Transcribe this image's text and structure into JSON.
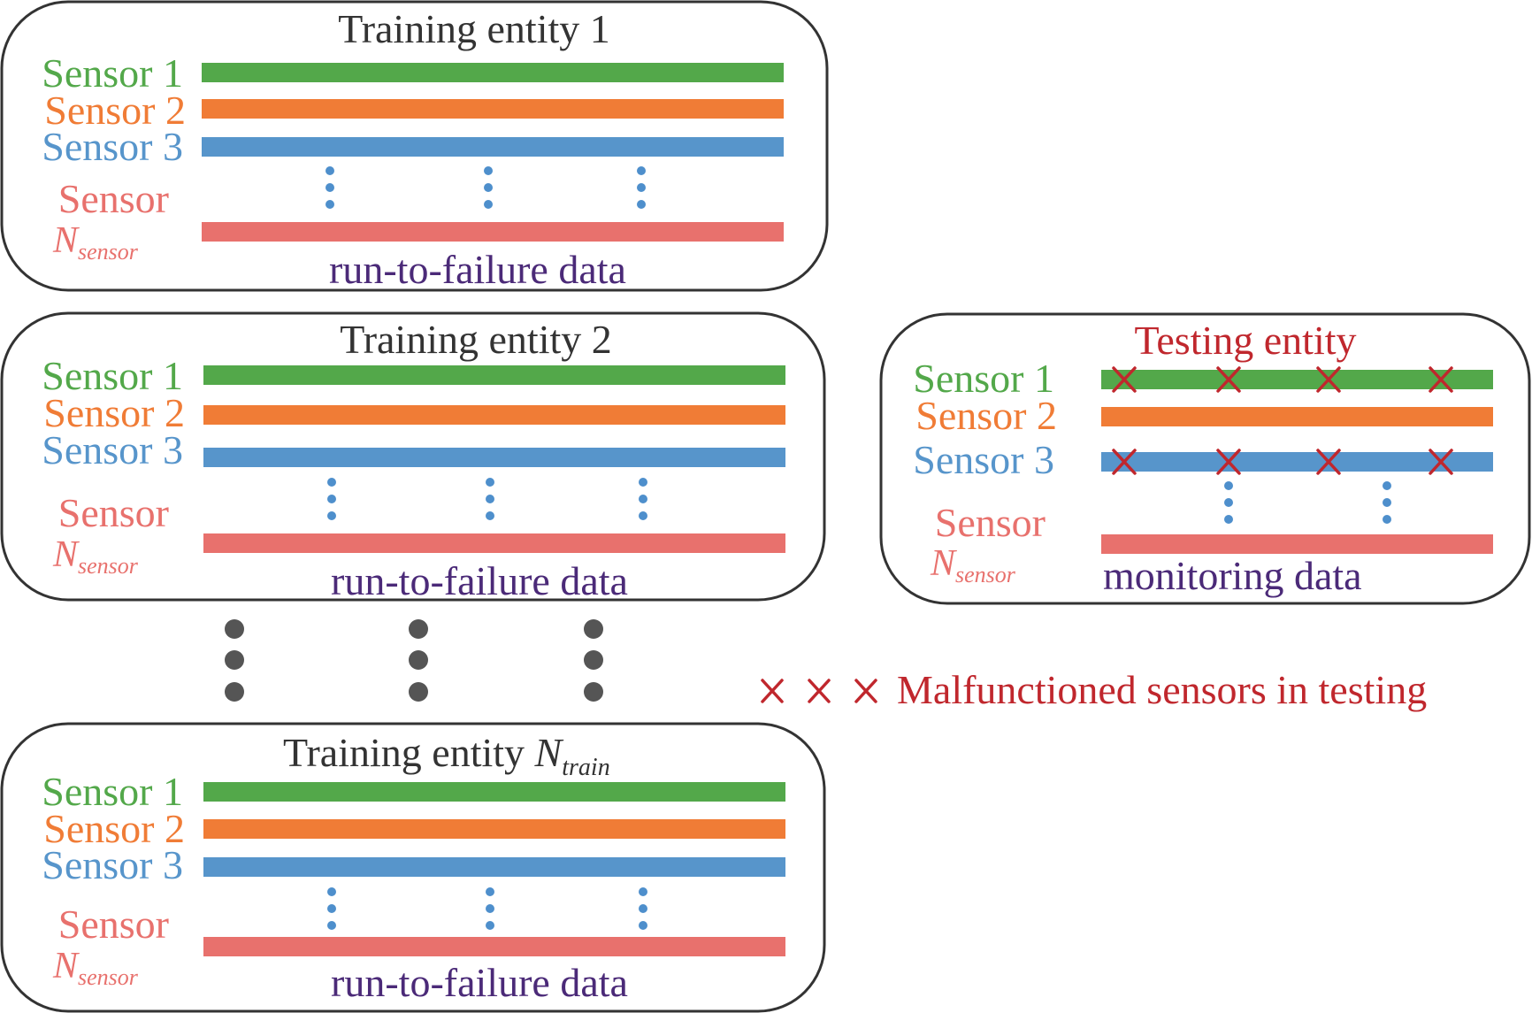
{
  "colors": {
    "sensor1": "#53a84a",
    "sensor2": "#f07c36",
    "sensor3": "#5795cb",
    "sensorN": "#e8716d",
    "data_label": "#4b2a78",
    "title": "#333333",
    "testing_title": "#c0272d",
    "malfunction": "#c0272d",
    "dots_blue": "#4e8fcc",
    "dots_gray": "#555555",
    "border": "#333333"
  },
  "sensor_labels": {
    "sensor1": "Sensor 1",
    "sensor2": "Sensor 2",
    "sensor3": "Sensor 3",
    "sensorN_word": "Sensor",
    "sensorN_symbol": "N",
    "sensorN_subscript": "sensor"
  },
  "training_entity_1": {
    "title": "Training entity 1",
    "data_label": "run-to-failure data"
  },
  "training_entity_2": {
    "title": "Training entity 2",
    "data_label": "run-to-failure data"
  },
  "training_entity_n": {
    "title_prefix": "Training entity ",
    "title_symbol": "N",
    "title_subscript": "train",
    "data_label": "run-to-failure data"
  },
  "testing_entity": {
    "title": "Testing entity",
    "data_label": "monitoring data",
    "malfunctioned_sensors": [
      "Sensor 1",
      "Sensor 3"
    ]
  },
  "legend": {
    "marker": "× × ×",
    "text": "Malfunctioned sensors in testing"
  }
}
